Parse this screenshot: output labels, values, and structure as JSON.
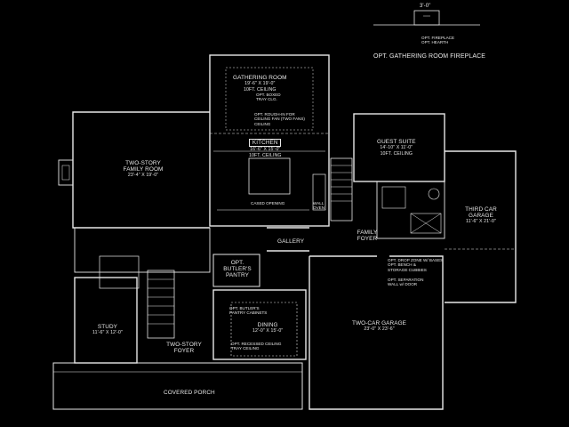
{
  "title": "OPT. GATHERING ROOM FIREPLACE",
  "inset": {
    "dimension": "3'-0\"",
    "notes": [
      "OPT. FIREPLACE",
      "OPT. HEARTH"
    ]
  },
  "rooms": {
    "gathering": {
      "name": "GATHERING ROOM",
      "dim": "19'-6\" X 19'-0\"",
      "ceil": "10FT. CEILING"
    },
    "family": {
      "name": "TWO-STORY FAMILY ROOM",
      "dim": "23'-4\" X 19'-0\""
    },
    "kitchen": {
      "name": "KITCHEN",
      "dim": "16'-6\" X 15'-0\"",
      "ceil": "10FT. CEILING"
    },
    "guest": {
      "name": "GUEST SUITE",
      "dim": "14'-10\" X 11'-0\"",
      "ceil": "10FT. CEILING"
    },
    "third_garage": {
      "name": "THIRD CAR GARAGE",
      "dim": "11'-6\" X 21'-0\""
    },
    "two_garage": {
      "name": "TWO-CAR GARAGE",
      "dim": "23'-0\" X 23'-6\""
    },
    "gallery": {
      "name": "GALLERY"
    },
    "family_foyer": {
      "name": "FAMILY FOYER"
    },
    "butler": {
      "name": "OPT. BUTLER'S PANTRY"
    },
    "study": {
      "name": "STUDY",
      "dim": "11'-6\" X 12'-0\""
    },
    "dining": {
      "name": "DINING",
      "dim": "12'-0\" X 15'-0\""
    },
    "foyer": {
      "name": "TWO-STORY FOYER"
    },
    "porch": {
      "name": "COVERED PORCH"
    }
  },
  "notes": {
    "gathering": [
      "OPT. BOXED",
      "TRAY CLG."
    ],
    "gathering2": [
      "OPT. ROUGH-IN FOR",
      "CEILING FAN (TWO FANS)",
      "CEILING"
    ],
    "kitchen": [
      "CASED OPENING"
    ],
    "wall_oven": [
      "WALL",
      "OVEN"
    ],
    "garage": [
      "OPT. DROP ZONE W/ BASES",
      "OPT. BENCH &",
      "STORAGE CUBBIES"
    ],
    "garage2": [
      "OPT. SEPARATION",
      "WALL w/ DOOR"
    ],
    "dining": [
      "OPT. BUTLER'S",
      "PANTRY CABINETS"
    ],
    "dining2": [
      "OPT. RECESSED CEILING",
      "TRAY CEILING"
    ]
  },
  "colors": {
    "background": "#000000",
    "line": "#e8e8e8"
  }
}
